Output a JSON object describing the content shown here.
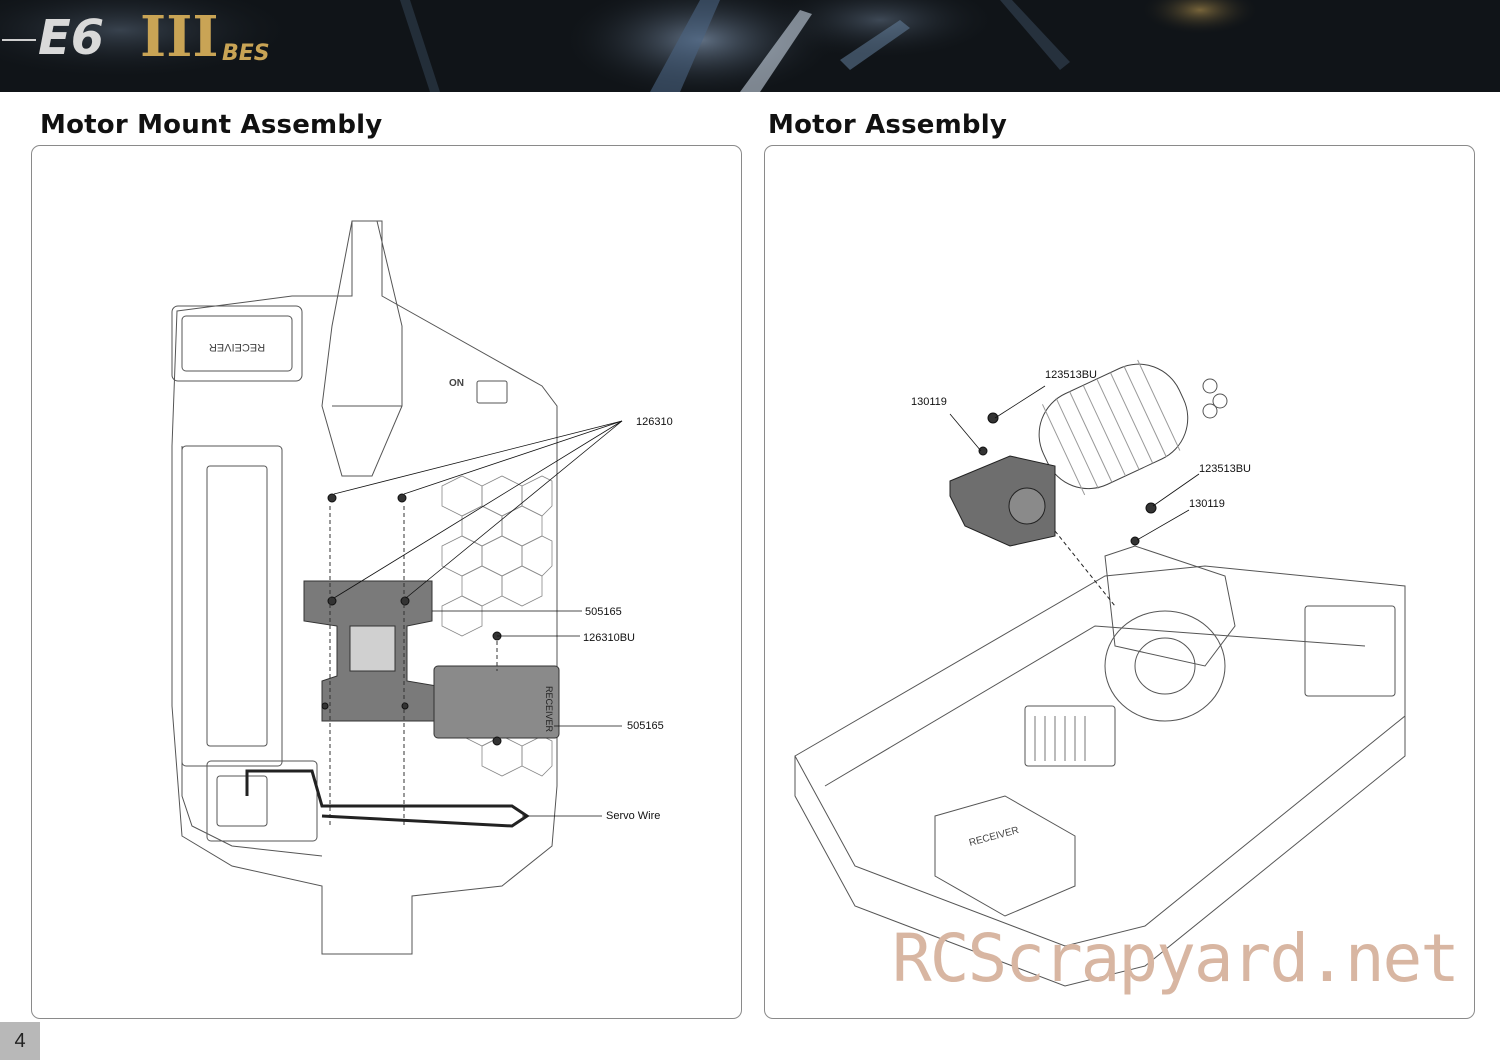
{
  "header": {
    "brand_logo_text": "E6 III BES"
  },
  "sections": {
    "left_title": "Motor Mount Assembly",
    "right_title": "Motor Assembly"
  },
  "left_callouts": [
    "126310",
    "505165",
    "126310BU",
    "505165",
    "Servo Wire"
  ],
  "right_callouts": [
    "123513BU",
    "130119",
    "123513BU",
    "130119"
  ],
  "diagram_labels": {
    "receiver_box": "RECEIVER",
    "switch_mark": "ON"
  },
  "watermark": "RCScrapyard.net",
  "page_number": "4",
  "colors": {
    "header_bg": "#101418",
    "panel_border": "#8a8a8a",
    "part_highlight": "#7a7a7a",
    "watermark": "#d8b6a2"
  }
}
